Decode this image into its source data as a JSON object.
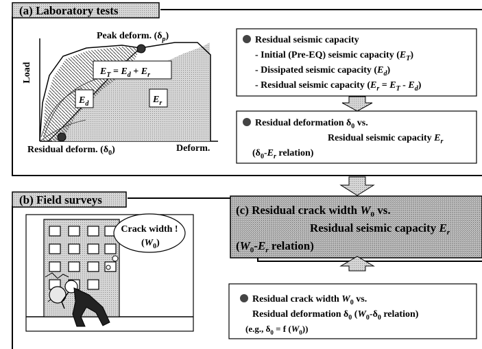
{
  "section_a": {
    "title": "(a) Laboratory tests",
    "graph": {
      "y_axis_label": "Load",
      "x_axis_label": "Deform.",
      "peak_label": "Peak deform. (δ",
      "peak_sub": "p",
      "peak_close": ")",
      "residual_label": "Residual deform. (δ",
      "residual_sub": "0",
      "residual_close": ")",
      "eq": {
        "E": "E",
        "T": "T",
        "eq": " = ",
        "d": "d",
        "plus": " + ",
        "r": "r"
      },
      "ed": {
        "E": "E",
        "sub": "d"
      },
      "er": {
        "E": "E",
        "sub": "r"
      }
    },
    "box1": {
      "heading": "Residual seismic capacity",
      "line1": "- Initial (Pre-EQ) seismic capacity (",
      "line2": "- Dissipated seismic capacity (",
      "line3": "- Residual seismic capacity (",
      "E": "E",
      "T": "T",
      "d": "d",
      "r": "r",
      "close": ")",
      "eq": " = ",
      "minus": " - "
    },
    "box2": {
      "line1": "Residual deformation δ",
      "sub0": "0",
      "vs": " vs.",
      "line2": "Residual seismic capacity  ",
      "E": "E",
      "r": "r",
      "line3_open": "(δ",
      "line3_mid": "-",
      "line3_close": " relation)"
    }
  },
  "section_b": {
    "title": "(b) Field surveys",
    "bubble_line1": "Crack width !",
    "bubble_line2_open": "(",
    "bubble_W": "W",
    "bubble_sub": "0",
    "bubble_close": ")"
  },
  "section_c": {
    "line1": "(c) Residual crack width ",
    "W": "W",
    "sub0": "0",
    "vs": " vs.",
    "line2": "Residual seismic capacity ",
    "E": "E",
    "r": "r",
    "line3_open": "(",
    "line3_mid": "-",
    "line3_close": " relation)"
  },
  "box3": {
    "line1": "Residual crack width ",
    "W": "W",
    "sub0": "0",
    "vs": " vs.",
    "line2": "Residual deformation ",
    "delta": "δ",
    "rel_open": " (",
    "rel_mid": "-δ",
    "rel_close": " relation)",
    "line3_open": "(e.g., δ",
    "line3_eq": " = f (",
    "line3_close": "))"
  }
}
